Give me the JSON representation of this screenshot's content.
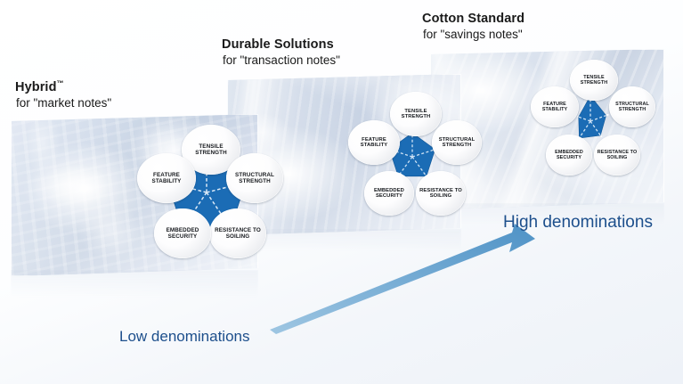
{
  "theme": {
    "accent_blue": "#1b6cb5",
    "caption_blue": "#1d4f8c",
    "arrow_blue": "#6ea8d6",
    "panel_tint": "#c7d2e2"
  },
  "axes": [
    "TENSILE STRENGTH",
    "STRUCTURAL STRENGTH",
    "RESISTANCE TO SOILING",
    "EMBEDDED SECURITY",
    "FEATURE STABILITY"
  ],
  "panels": [
    {
      "id": "hybrid",
      "title": "Hybrid",
      "trademark": "™",
      "subtitle": "for \"market notes\"",
      "photo_alt": "hands exchanging banknotes",
      "chart": {
        "axes": [
          "TENSILE STRENGTH",
          "STRUCTURAL STRENGTH",
          "RESISTANCE TO SOILING",
          "EMBEDDED SECURITY",
          "FEATURE STABILITY"
        ],
        "values": [
          1.0,
          1.0,
          1.0,
          1.0,
          1.0
        ]
      }
    },
    {
      "id": "durable-solutions",
      "title": "Durable Solutions",
      "trademark": "",
      "subtitle": "for \"transaction notes\"",
      "photo_alt": "banknote close-up",
      "chart": {
        "axes": [
          "TENSILE STRENGTH",
          "STRUCTURAL STRENGTH",
          "RESISTANCE TO SOILING",
          "EMBEDDED SECURITY",
          "FEATURE STABILITY"
        ],
        "values": [
          0.56,
          0.56,
          0.56,
          0.56,
          0.56
        ]
      }
    },
    {
      "id": "cotton-standard",
      "title": "Cotton Standard",
      "trademark": "",
      "subtitle": "for \"savings notes\"",
      "photo_alt": "stacked banknotes",
      "chart": {
        "axes": [
          "TENSILE STRENGTH",
          "STRUCTURAL STRENGTH",
          "RESISTANCE TO SOILING",
          "EMBEDDED SECURITY",
          "FEATURE STABILITY"
        ],
        "values": [
          0.62,
          0.4,
          0.42,
          0.5,
          0.3
        ]
      }
    }
  ],
  "captions": {
    "low": "Low denominations",
    "high": "High denominations"
  },
  "chart_data": {
    "type": "radar",
    "title": "Banknote substrate performance profiles",
    "axes": [
      "TENSILE STRENGTH",
      "STRUCTURAL STRENGTH",
      "RESISTANCE TO SOILING",
      "EMBEDDED SECURITY",
      "FEATURE STABILITY"
    ],
    "scale": [
      0,
      1
    ],
    "grid": false,
    "legend": "none",
    "series": [
      {
        "name": "Hybrid™ — for \"market notes\"",
        "values": [
          1.0,
          1.0,
          1.0,
          1.0,
          1.0
        ]
      },
      {
        "name": "Durable Solutions — for \"transaction notes\"",
        "values": [
          0.56,
          0.56,
          0.56,
          0.56,
          0.56
        ]
      },
      {
        "name": "Cotton Standard — for \"savings notes\"",
        "values": [
          0.62,
          0.4,
          0.42,
          0.5,
          0.3
        ]
      }
    ],
    "annotations": [
      "Low denominations",
      "High denominations"
    ]
  }
}
